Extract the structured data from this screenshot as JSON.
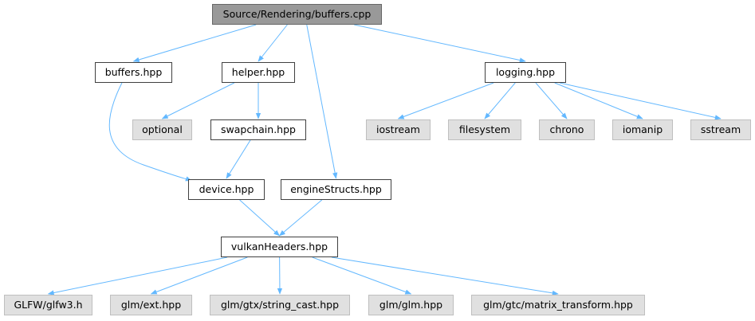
{
  "graph": {
    "edge_color": "#63b8ff",
    "root_fill": "#999999",
    "external_fill": "#e0e0e0",
    "nodes": {
      "root": {
        "label": "Source/Rendering/buffers.cpp",
        "kind": "root"
      },
      "buffers_hpp": {
        "label": "buffers.hpp",
        "kind": "internal"
      },
      "helper_hpp": {
        "label": "helper.hpp",
        "kind": "internal"
      },
      "logging_hpp": {
        "label": "logging.hpp",
        "kind": "internal"
      },
      "optional": {
        "label": "optional",
        "kind": "external"
      },
      "swapchain_hpp": {
        "label": "swapchain.hpp",
        "kind": "internal"
      },
      "iostream": {
        "label": "iostream",
        "kind": "external"
      },
      "filesystem": {
        "label": "filesystem",
        "kind": "external"
      },
      "chrono": {
        "label": "chrono",
        "kind": "external"
      },
      "iomanip": {
        "label": "iomanip",
        "kind": "external"
      },
      "sstream": {
        "label": "sstream",
        "kind": "external"
      },
      "device_hpp": {
        "label": "device.hpp",
        "kind": "internal"
      },
      "engineStructs_hpp": {
        "label": "engineStructs.hpp",
        "kind": "internal"
      },
      "vulkanHeaders_hpp": {
        "label": "vulkanHeaders.hpp",
        "kind": "internal"
      },
      "glfw3_h": {
        "label": "GLFW/glfw3.h",
        "kind": "external"
      },
      "glm_ext_hpp": {
        "label": "glm/ext.hpp",
        "kind": "external"
      },
      "glm_string_cast_hpp": {
        "label": "glm/gtx/string_cast.hpp",
        "kind": "external"
      },
      "glm_glm_hpp": {
        "label": "glm/glm.hpp",
        "kind": "external"
      },
      "glm_matrix_transform_hpp": {
        "label": "glm/gtc/matrix_transform.hpp",
        "kind": "external"
      }
    },
    "edges": [
      {
        "from": "root",
        "to": "buffers_hpp"
      },
      {
        "from": "root",
        "to": "helper_hpp"
      },
      {
        "from": "root",
        "to": "engineStructs_hpp"
      },
      {
        "from": "root",
        "to": "logging_hpp"
      },
      {
        "from": "buffers_hpp",
        "to": "device_hpp"
      },
      {
        "from": "helper_hpp",
        "to": "optional"
      },
      {
        "from": "helper_hpp",
        "to": "swapchain_hpp"
      },
      {
        "from": "swapchain_hpp",
        "to": "device_hpp"
      },
      {
        "from": "device_hpp",
        "to": "vulkanHeaders_hpp"
      },
      {
        "from": "engineStructs_hpp",
        "to": "vulkanHeaders_hpp"
      },
      {
        "from": "logging_hpp",
        "to": "iostream"
      },
      {
        "from": "logging_hpp",
        "to": "filesystem"
      },
      {
        "from": "logging_hpp",
        "to": "chrono"
      },
      {
        "from": "logging_hpp",
        "to": "iomanip"
      },
      {
        "from": "logging_hpp",
        "to": "sstream"
      },
      {
        "from": "vulkanHeaders_hpp",
        "to": "glfw3_h"
      },
      {
        "from": "vulkanHeaders_hpp",
        "to": "glm_ext_hpp"
      },
      {
        "from": "vulkanHeaders_hpp",
        "to": "glm_string_cast_hpp"
      },
      {
        "from": "vulkanHeaders_hpp",
        "to": "glm_glm_hpp"
      },
      {
        "from": "vulkanHeaders_hpp",
        "to": "glm_matrix_transform_hpp"
      }
    ]
  }
}
